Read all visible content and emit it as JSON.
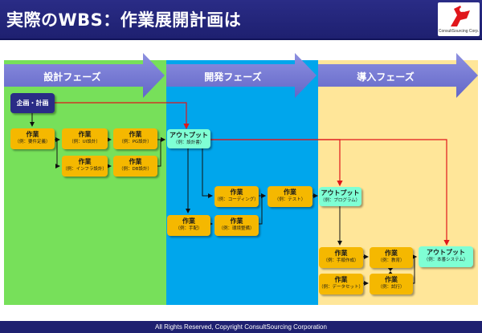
{
  "header": {
    "title": "実際のWBS：作業展開計画は",
    "logo_text": "ConsultSourcing Corp."
  },
  "phases": {
    "design": "設計フェーズ",
    "development": "開発フェーズ",
    "introduction": "導入フェーズ"
  },
  "boxes": {
    "plan": {
      "title": "企画・計画"
    },
    "req": {
      "title": "作業",
      "sub": "（例：要件定義）"
    },
    "ui": {
      "title": "作業",
      "sub": "（例：UI設計）"
    },
    "pg": {
      "title": "作業",
      "sub": "（例：PG設計）"
    },
    "infra": {
      "title": "作業",
      "sub": "（例：インフラ設計）"
    },
    "db": {
      "title": "作業",
      "sub": "（例：DB設計）"
    },
    "out_design": {
      "title": "アウトプット",
      "sub": "（例：設計書）"
    },
    "coding": {
      "title": "作業",
      "sub": "（例：コーディング）"
    },
    "test": {
      "title": "作業",
      "sub": "（例：テスト）"
    },
    "arrange": {
      "title": "作業",
      "sub": "（例：手配）"
    },
    "env": {
      "title": "作業",
      "sub": "（例：環境整備）"
    },
    "out_program": {
      "title": "アウトプット",
      "sub": "（例：プログラム）"
    },
    "manual": {
      "title": "作業",
      "sub": "（例：手順作成）"
    },
    "education": {
      "title": "作業",
      "sub": "（例：教育）"
    },
    "dataset": {
      "title": "作業",
      "sub": "（例：データセット）"
    },
    "trial": {
      "title": "作業",
      "sub": "（例：試行）"
    },
    "out_system": {
      "title": "アウトプット",
      "sub": "（例：本番システム）"
    }
  },
  "footer": {
    "text": "All Rights Reserved, Copyright  ConsultSourcing Corporation"
  },
  "colors": {
    "header": "#1e2070",
    "design_bg": "#77e05a",
    "dev_bg": "#00a6ec",
    "intro_bg": "#ffe699",
    "task": "#f5b800",
    "output": "#7fffd4",
    "arrow_red": "#e0161b",
    "phase_arrow": "#7b7fd6"
  }
}
